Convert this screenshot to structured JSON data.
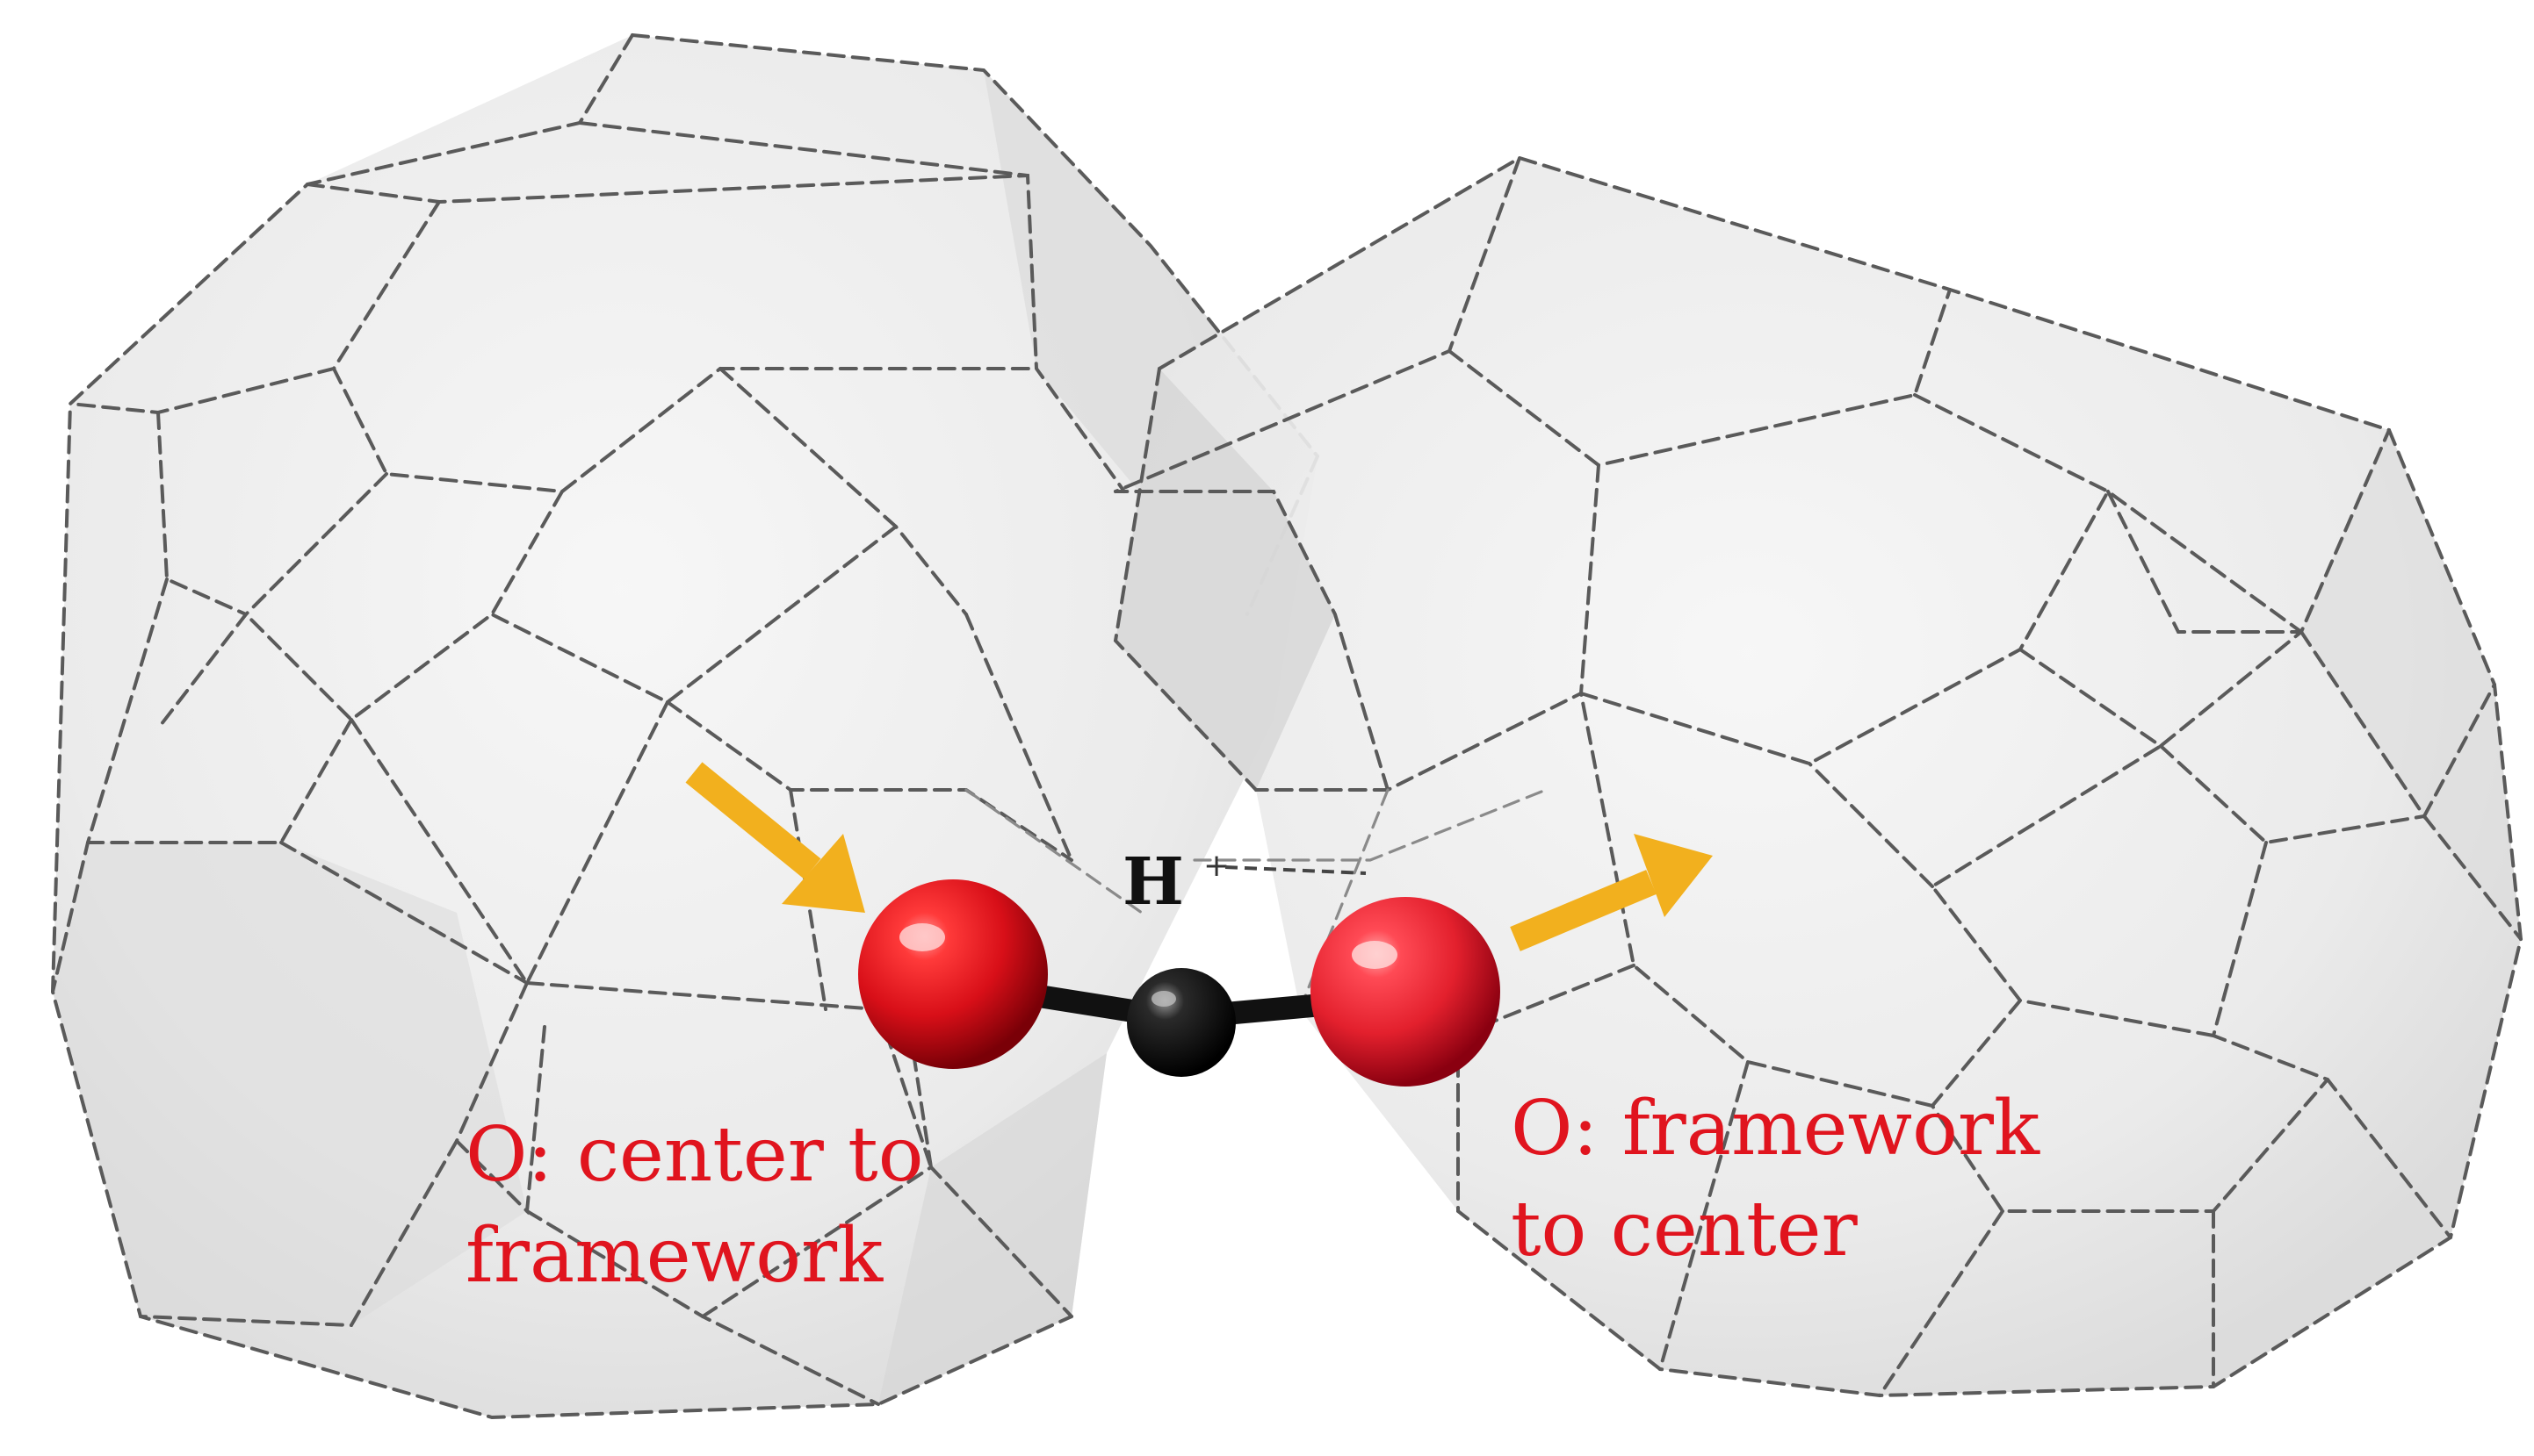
{
  "labels": {
    "left_line1": "O: center to",
    "left_line2": "framework",
    "right_line1": "O: framework",
    "right_line2": "to center",
    "proton": "H",
    "proton_charge": "+"
  },
  "colors": {
    "oxygen": "#e3101c",
    "carbon": "#0b0b0b",
    "arrow": "#f2b01e",
    "label": "#e0141e",
    "cage_fill": "#e8e8e8",
    "cage_edge": "#5a5a5a"
  },
  "icons": {
    "left_arrow": "arrow-down-right-icon",
    "right_arrow": "arrow-up-right-icon"
  }
}
